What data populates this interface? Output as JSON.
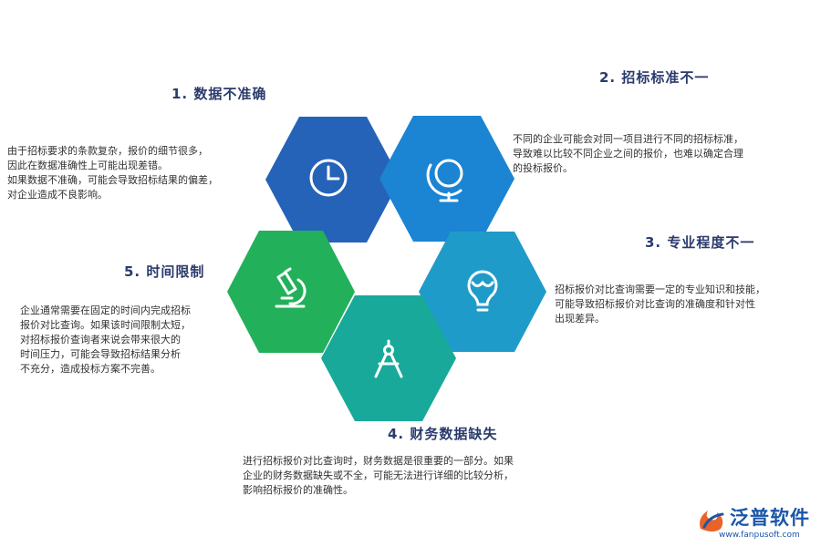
{
  "items": [
    {
      "title": "1.  数据不准确",
      "lines": [
        "由于招标要求的条款复杂，报价的细节很多，",
        "因此在数据准确性上可能出现差错。",
        "如果数据不准确，可能会导致招标结果的偏差，",
        "对企业造成不良影响。"
      ],
      "icon": "clock-icon",
      "color": "#2563b8"
    },
    {
      "title": "2.  招标标准不一",
      "lines": [
        "不同的企业可能会对同一项目进行不同的招标标准，",
        "导致难以比较不同企业之间的报价，也难以确定合理",
        "的投标报价。"
      ],
      "icon": "globe-icon",
      "color": "#1b84d3"
    },
    {
      "title": "3.  专业程度不一",
      "lines": [
        "招标报价对比查询需要一定的专业知识和技能，",
        "可能导致招标报价对比查询的准确度和针对性",
        "出现差异。"
      ],
      "icon": "lightbulb-icon",
      "color": "#1f9bc9"
    },
    {
      "title": "4.  财务数据缺失",
      "lines": [
        "进行招标报价对比查询时，财务数据是很重要的一部分。如果",
        "企业的财务数据缺失或不全，可能无法进行详细的比较分析，",
        "影响招标报价的准确性。"
      ],
      "icon": "compass-icon",
      "color": "#18a99a"
    },
    {
      "title": "5.  时间限制",
      "lines": [
        "企业通常需要在固定的时间内完成招标",
        "报价对比查询。如果该时间限制太短，",
        "对招标报价查询者来说会带来很大的",
        "时间压力，可能会导致招标结果分析",
        "不充分，造成投标方案不完善。"
      ],
      "icon": "microscope-icon",
      "color": "#22b15a"
    }
  ],
  "logo": {
    "name": "泛普软件",
    "url": "www.fanpusoft.com",
    "icon": "fanpu-logo-icon"
  }
}
